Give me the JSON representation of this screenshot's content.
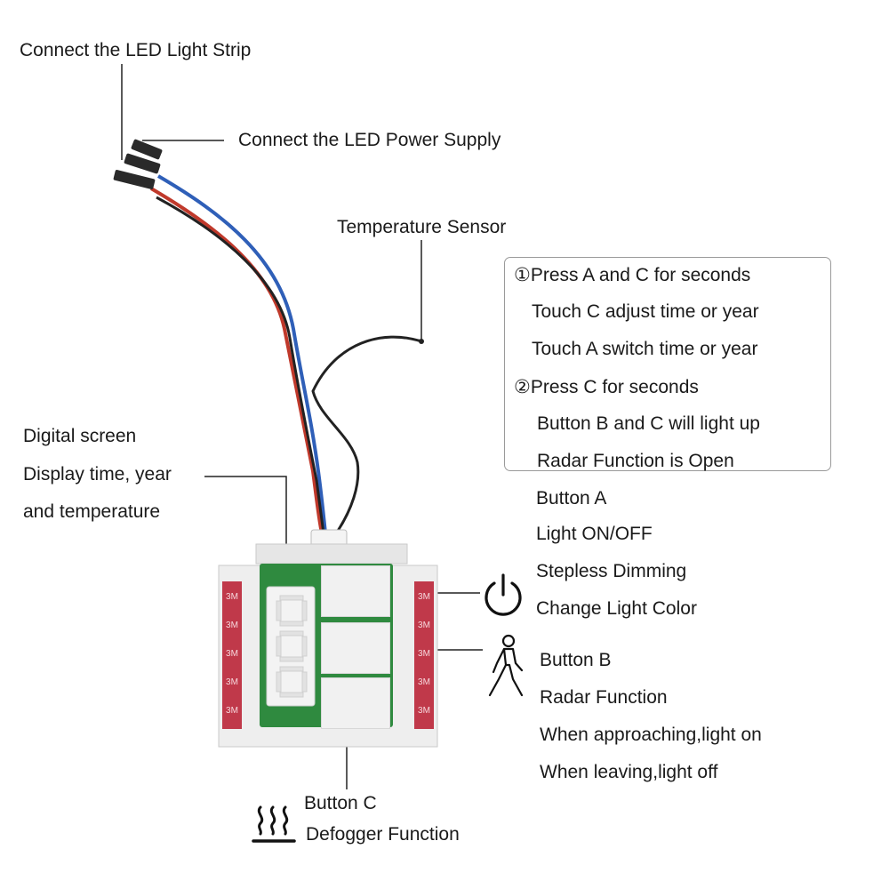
{
  "labels": {
    "led_strip": "Connect the LED Light Strip",
    "power_supply": "Connect the LED Power Supply",
    "temperature_sensor": "Temperature Sensor",
    "digital_screen_title": "Digital screen",
    "digital_screen_line2": "Display time, year",
    "digital_screen_line3": "and temperature"
  },
  "instructions": [
    "①Press A and C for seconds",
    "Touch C adjust time or year",
    "Touch A switch time or year",
    "②Press C for seconds",
    "Button B  and C will light up",
    "Radar Function is Open"
  ],
  "button_a": [
    "Button A",
    "Light ON/OFF",
    "Stepless Dimming",
    "Change Light Color"
  ],
  "button_b": [
    "Button B",
    "Radar Function",
    "When approaching,light on",
    "When leaving,light off"
  ],
  "button_c": [
    "Button C",
    "Defogger Function"
  ],
  "tape_text": [
    "3M",
    "3M",
    "3M",
    "3M",
    "3M"
  ],
  "icons": [
    "power-icon",
    "walking-person-icon",
    "defogger-heat-icon"
  ],
  "colors": {
    "wire_red": "#c0392b",
    "wire_blue": "#2f5fb8",
    "wire_black": "#222222",
    "pcb_green": "#2f8a3f",
    "tape_red": "#c0394a",
    "frame_white": "#eeeeee"
  }
}
